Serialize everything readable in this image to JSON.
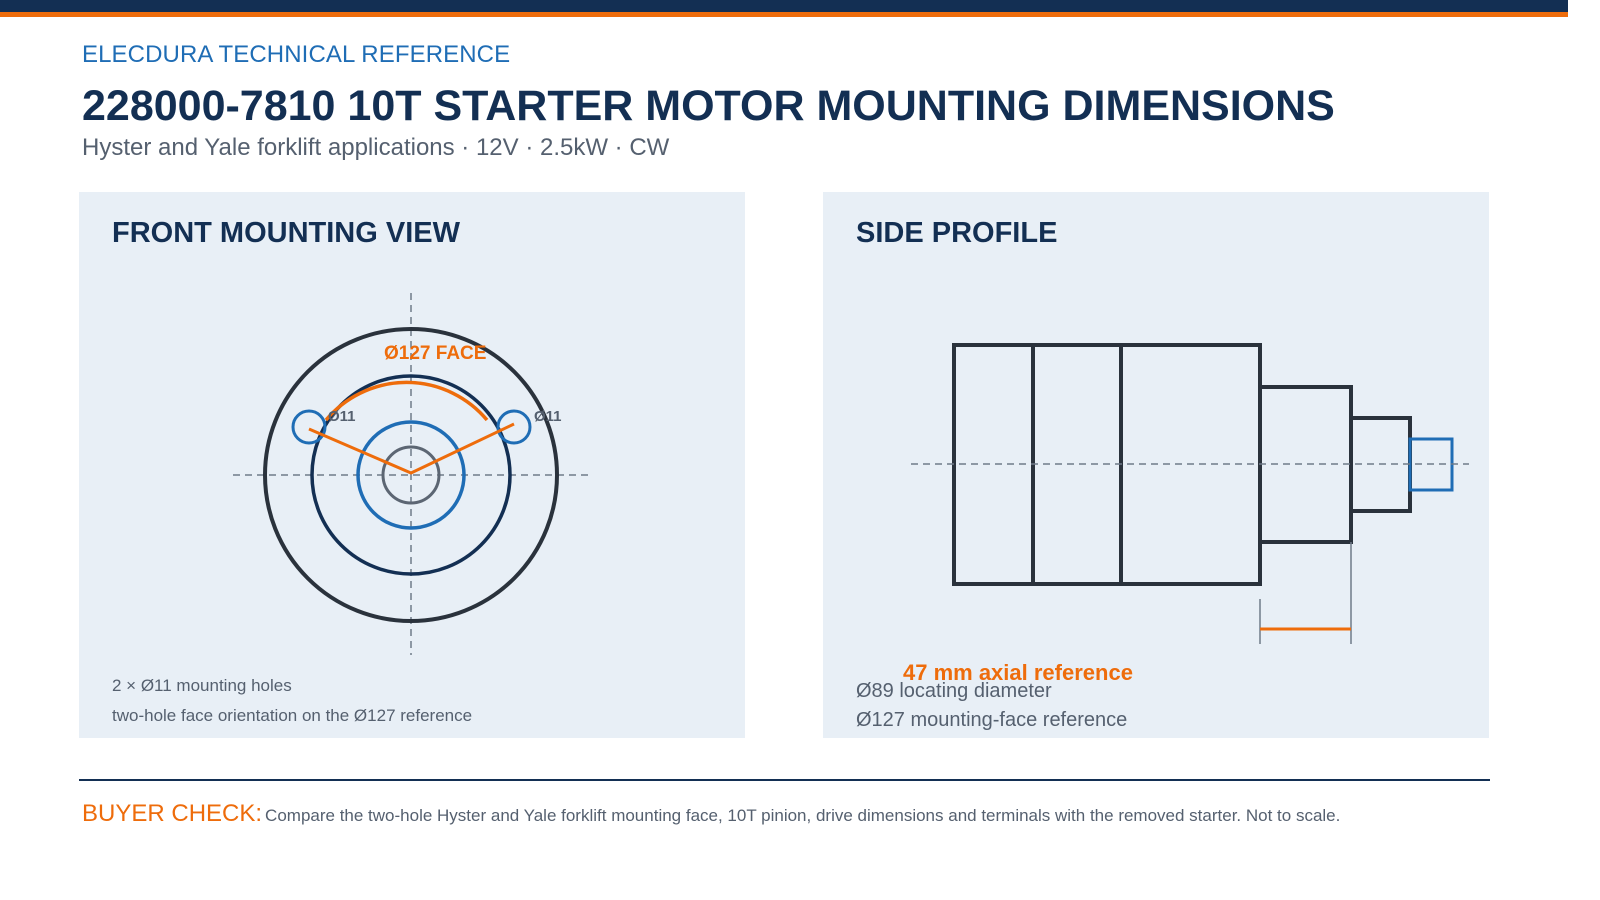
{
  "header": {
    "brand": "ELECDURA TECHNICAL REFERENCE",
    "title": "228000-7810 10T STARTER MOTOR MOUNTING DIMENSIONS",
    "subtitle": "Hyster and Yale forklift applications · 12V · 2.5kW · CW"
  },
  "front_view": {
    "title": "FRONT MOUNTING VIEW",
    "face_label": "Ø127 FACE",
    "hole_label_left": "Ø11",
    "hole_label_right": "Ø11",
    "notes": [
      "2 × Ø11 mounting holes",
      "two-hole face orientation on the Ø127 reference"
    ]
  },
  "side_view": {
    "title": "SIDE PROFILE",
    "axial_label": "47 mm axial reference",
    "notes": [
      "Ø89 locating diameter",
      "Ø127 mounting-face reference"
    ]
  },
  "footer": {
    "buyer_label": "BUYER CHECK:",
    "buyer_text": "Compare the two-hole Hyster and Yale forklift mounting face, 10T pinion, drive dimensions and terminals with the removed starter. Not to scale."
  },
  "colors": {
    "navy": "#132f53",
    "orange": "#ee6c0b",
    "blue": "#1f6db5",
    "dark_outline": "#2a323c",
    "panel_bg": "#e8eff6",
    "muted_text": "#55606f"
  }
}
